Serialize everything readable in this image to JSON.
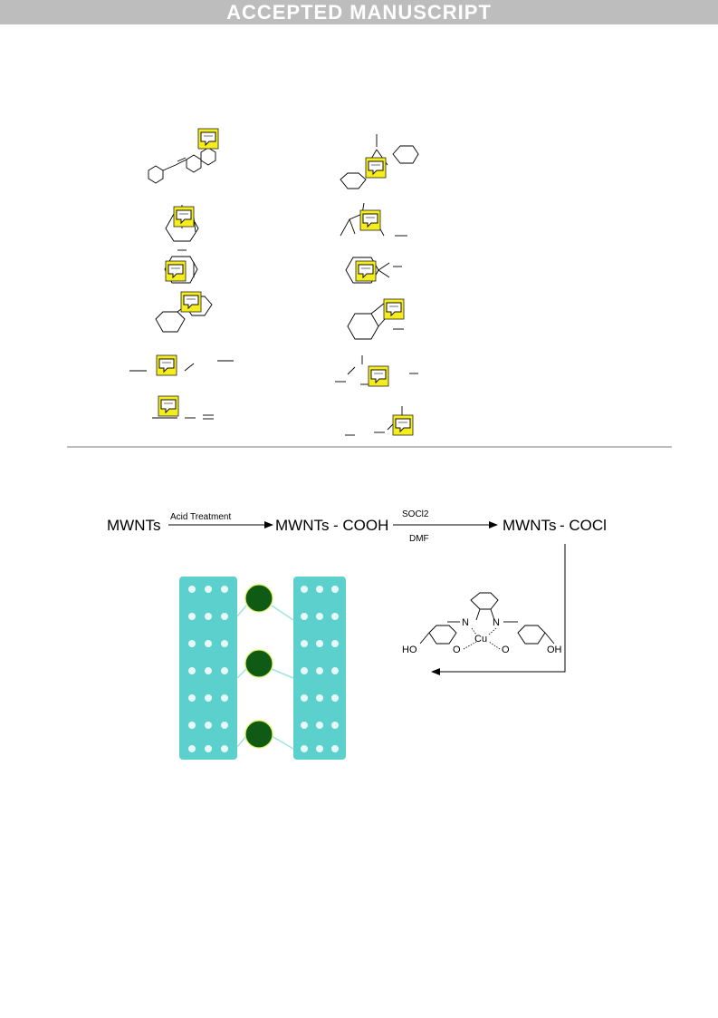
{
  "banner": {
    "text": "ACCEPTED MANUSCRIPT"
  },
  "scheme": {
    "start": "MWNTs",
    "step1_reagent": "Acid Treatment",
    "intermediate": "MWNTs",
    "intermediate_group": "- COOH",
    "step2_reagent_top": "SOCl2",
    "step2_reagent_bottom": "DMF",
    "product": "MWNTs",
    "product_group": "- COCl"
  },
  "complex": {
    "left_oh": "HO",
    "right_oh": "OH",
    "n_left": "N",
    "n_right": "N",
    "o_left": "O",
    "o_right": "O",
    "metal": "Cu"
  },
  "colors": {
    "banner": "#bdbdbd",
    "note": "#f5ed1c",
    "nanotube": "#4fc8c4",
    "sphere": "#0f5a14"
  }
}
